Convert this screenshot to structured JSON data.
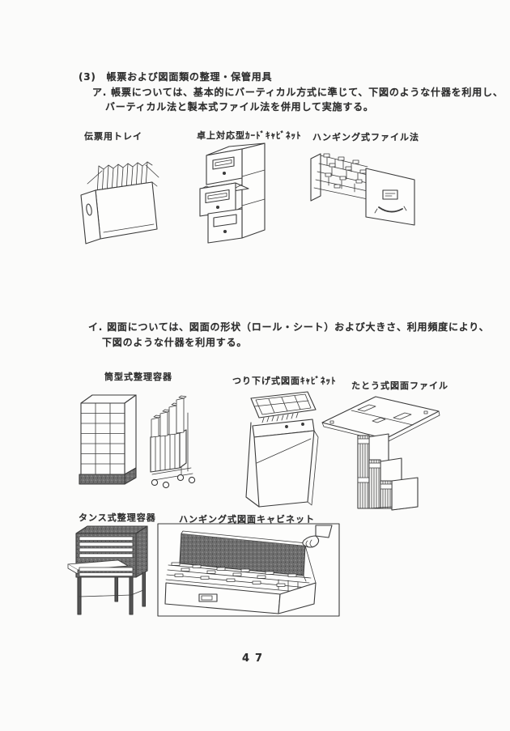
{
  "doc": {
    "heading": "(3)　帳票および図面類の整理・保管用具",
    "para_a": [
      "ア. 帳票については、基本的にバーティカル方式に準じて、下図のような什器を利用し、",
      "バーティカル法と製本式ファイル法を併用して実施する。"
    ],
    "para_i": [
      "イ. 図面については、図面の形状（ロール・シート）および大きさ、利用頻度により、",
      "下図のような什器を利用する。"
    ]
  },
  "figures": {
    "row1": [
      {
        "name": "slip-tray",
        "label": "伝票用トレイ"
      },
      {
        "name": "desktop-card-cabinet",
        "label": "卓上対応型ｶｰﾄﾞｷｬﾋﾞﾈｯﾄ"
      },
      {
        "name": "hanging-file-method",
        "label": "ハンギング式ファイル法"
      }
    ],
    "row2": [
      {
        "name": "tube-type-container",
        "label": "筒型式整理容器"
      },
      {
        "name": "suspended-drawing-cabinet",
        "label": "つり下げ式図面ｷｬﾋﾞﾈｯﾄ"
      },
      {
        "name": "tatou-drawing-file",
        "label": "たとう式図面ファイル"
      }
    ],
    "row3": [
      {
        "name": "chest-type-container",
        "label": "タンス式整理容器"
      },
      {
        "name": "hanging-drawing-cabinet",
        "label": "ハンギング式図面キャビネット"
      }
    ]
  },
  "page": {
    "number": "47"
  },
  "colors": {
    "paper": "#fbfbfa",
    "ink": "#3b3b3b",
    "shade": "#6e6e6e"
  }
}
